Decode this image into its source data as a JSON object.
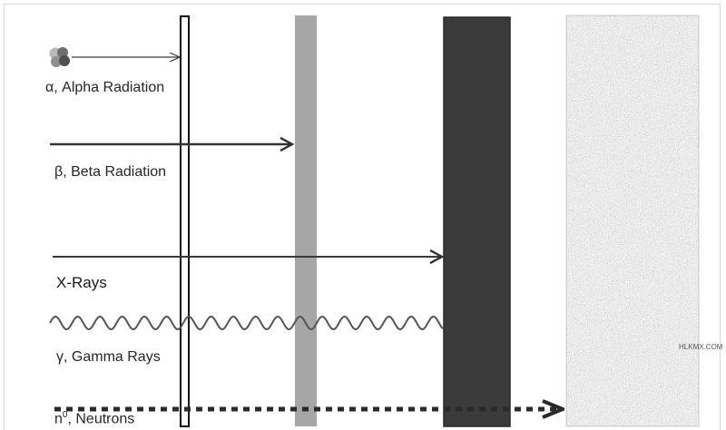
{
  "radiations": [
    {
      "id": "alpha",
      "symbol": "α",
      "name": "Alpha Radiation",
      "separator": ", "
    },
    {
      "id": "beta",
      "symbol": "β",
      "name": "Beta Radiation",
      "separator": ", "
    },
    {
      "id": "xray",
      "symbol": "",
      "name": "X-Rays",
      "separator": ""
    },
    {
      "id": "gamma",
      "symbol": "γ",
      "name": "Gamma Rays",
      "separator": ", "
    },
    {
      "id": "neutron",
      "symbol": "n",
      "superscript": "0",
      "name": "Neutrons",
      "separator": ", "
    }
  ],
  "watermark": "HLKMX.COM",
  "colors": {
    "paper_outline": "#111111",
    "aluminium": "#a6a6a6",
    "lead": "#3a3a3a",
    "concrete_light": "#d9d9d9",
    "concrete_dark": "#303030",
    "arrow": "#3a3a3a",
    "alpha_particle": [
      "#b8b8b8",
      "#6e6e6e",
      "#8f8f8f",
      "#505050"
    ]
  }
}
